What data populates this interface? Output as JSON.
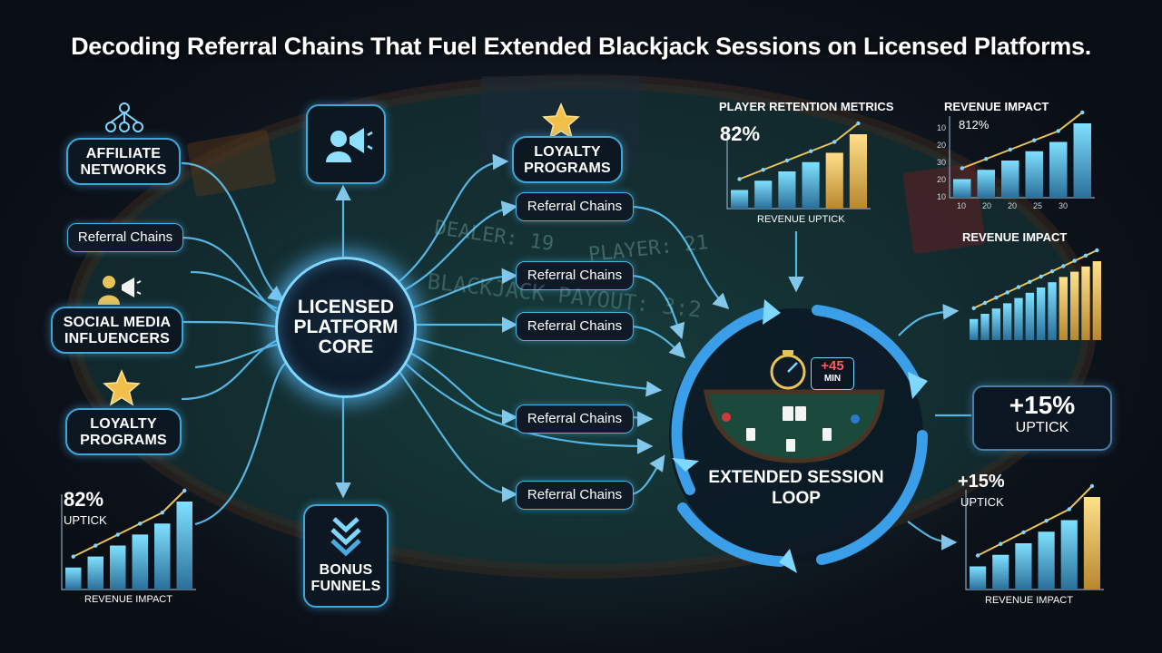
{
  "title": "Decoding Referral Chains That Fuel Extended Blackjack Sessions on Licensed Platforms.",
  "sources": [
    {
      "label": "Affiliate Networks",
      "icon": "network-icon"
    },
    {
      "label": "Referral Chains"
    },
    {
      "label": "Social Media Influencers",
      "icon": "megaphone-person-icon"
    },
    {
      "label": "Loyalty Programs",
      "icon": "star-icon"
    }
  ],
  "core": {
    "label": "Licensed Platform Core"
  },
  "top_icon": {
    "icon": "megaphone-icon"
  },
  "bonus": {
    "label": "Bonus Funnels",
    "icon": "chevrons-down-icon"
  },
  "loyalty_top": {
    "label": "Loyalty Programs",
    "icon": "star-icon"
  },
  "chains": [
    "Referral Chains",
    "Referral Chains",
    "Referral Chains",
    "Referral Chains",
    "Referral Chains"
  ],
  "loop": {
    "label": "Extended Session Loop",
    "timer_value": "+45",
    "timer_unit": "MIN",
    "icon": "stopwatch-icon"
  },
  "table_text": {
    "dealer": "DEALER: 19",
    "player": "PLAYER: 21",
    "payout": "BLACKJACK PAYOUT: 3:2"
  },
  "uptick_box": {
    "value": "+15%",
    "label": "UPTICK"
  },
  "panels": {
    "retention": {
      "title": "PLAYER RETENTION METRICS",
      "value": "82%",
      "caption": "REVENUE UPTICK"
    },
    "revenue_top": {
      "title": "REVENUE IMPACT",
      "value": "812%",
      "yticks": [
        "10",
        "20",
        "30",
        "20",
        "10"
      ],
      "xticks": [
        "10",
        "20",
        "20",
        "25",
        "30"
      ]
    },
    "revenue_right": {
      "title": "REVENUE IMPACT"
    },
    "uptick_right": {
      "value": "+15%",
      "label": "UPTICK",
      "caption": "REVENUE IMPACT"
    },
    "bottom_left": {
      "value": "82%",
      "label": "UPTICK",
      "caption": "REVENUE IMPACT"
    }
  },
  "chart_data": [
    {
      "type": "bar",
      "title": "PLAYER RETENTION METRICS",
      "xlabel": "REVENUE UPTICK",
      "values": [
        2,
        3,
        4,
        5,
        6,
        8
      ]
    },
    {
      "type": "bar",
      "title": "REVENUE IMPACT",
      "values": [
        2,
        3,
        4,
        5,
        6,
        8
      ]
    },
    {
      "type": "bar",
      "title": "REVENUE IMPACT",
      "values": [
        2,
        2.5,
        3,
        3.5,
        4,
        4.5,
        5,
        5.5,
        6,
        6.5,
        7,
        7.5
      ]
    },
    {
      "type": "bar",
      "title": "",
      "xlabel": "REVENUE IMPACT",
      "values": [
        2,
        3,
        4,
        5,
        6,
        8
      ]
    },
    {
      "type": "bar",
      "title": "",
      "xlabel": "REVENUE IMPACT",
      "values": [
        2,
        3,
        4,
        5,
        6,
        8
      ]
    }
  ],
  "colors": {
    "accent": "#4fc3f7",
    "gold": "#e8c35a",
    "bg": "#0e141d",
    "felt": "#1d4a44"
  }
}
